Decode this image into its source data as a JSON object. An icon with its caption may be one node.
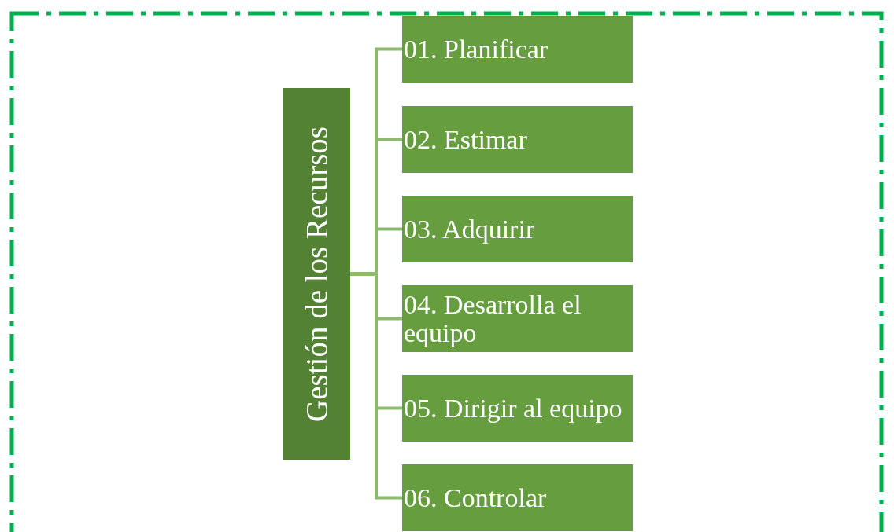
{
  "diagram": {
    "nodes": [
      {
        "text": [
          "Gestión de los Recursos"
        ]
      },
      {
        "text": [
          "01. Planificar"
        ]
      },
      {
        "text": [
          "02. Estimar"
        ]
      },
      {
        "text": [
          "03. Adquirir"
        ]
      },
      {
        "text": [
          "04. Desarrolla el equipo"
        ]
      },
      {
        "text": [
          "05. Dirigir al equipo"
        ]
      },
      {
        "text": [
          "06. Controlar"
        ]
      }
    ],
    "edges": [
      {
        "from": 0,
        "to": 1,
        "arrow": "none"
      },
      {
        "from": 0,
        "to": 2,
        "arrow": "none"
      },
      {
        "from": 0,
        "to": 3,
        "arrow": "none"
      },
      {
        "from": 0,
        "to": 4,
        "arrow": "none"
      },
      {
        "from": 0,
        "to": 5,
        "arrow": "none"
      },
      {
        "from": 0,
        "to": 6,
        "arrow": "none"
      }
    ]
  }
}
